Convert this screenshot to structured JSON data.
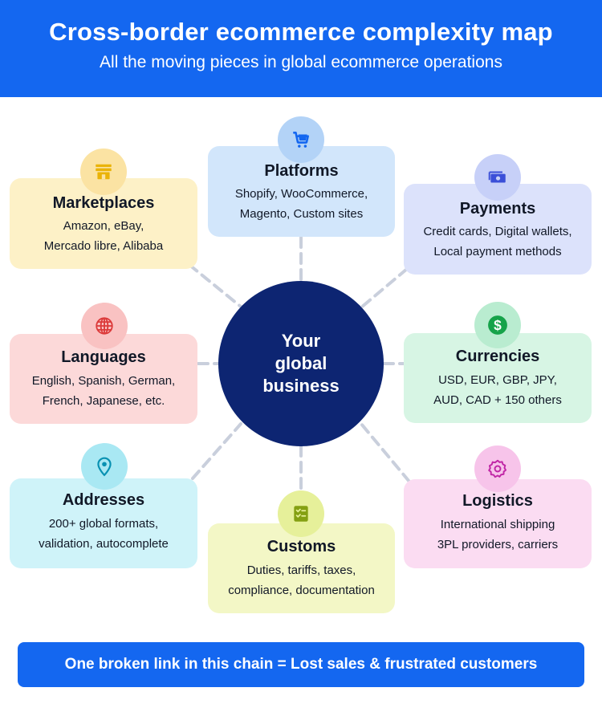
{
  "header": {
    "title": "Cross-border ecommerce complexity map",
    "subtitle": "All the moving pieces in global ecommerce operations"
  },
  "center": {
    "lines": [
      "Your",
      "global",
      "business"
    ]
  },
  "nodes": {
    "platforms": {
      "title": "Platforms",
      "desc": [
        "Shopify, WooCommerce,",
        "Magento, Custom sites"
      ],
      "icon": "shopping-cart-icon",
      "bg": "#d2e6fb",
      "icon_bg": "#b3d3f7",
      "icon_color": "#1467f0"
    },
    "marketplaces": {
      "title": "Marketplaces",
      "desc": [
        "Amazon, eBay,",
        "Mercado libre, Alibaba"
      ],
      "icon": "storefront-icon",
      "bg": "#fdf1c7",
      "icon_bg": "#fbe3a3",
      "icon_color": "#eab308"
    },
    "payments": {
      "title": "Payments",
      "desc": [
        "Credit cards, Digital wallets,",
        "Local payment methods"
      ],
      "icon": "banknote-icon",
      "bg": "#dce2fb",
      "icon_bg": "#c7d0f8",
      "icon_color": "#3b4fd8"
    },
    "languages": {
      "title": "Languages",
      "desc": [
        "English, Spanish, German,",
        "French, Japanese, etc."
      ],
      "icon": "globe-icon",
      "bg": "#fcd9d9",
      "icon_bg": "#f9c2c2",
      "icon_color": "#dc3a3a"
    },
    "currencies": {
      "title": "Currencies",
      "desc": [
        "USD, EUR, GBP, JPY,",
        "AUD, CAD + 150 others"
      ],
      "icon": "dollar-icon",
      "bg": "#d7f5e4",
      "icon_bg": "#b9ecd0",
      "icon_color": "#16a34a"
    },
    "addresses": {
      "title": "Addresses",
      "desc": [
        "200+ global formats,",
        "validation, autocomplete"
      ],
      "icon": "map-pin-icon",
      "bg": "#cff3f9",
      "icon_bg": "#a9e8f3",
      "icon_color": "#0891b2"
    },
    "customs": {
      "title": "Customs",
      "desc": [
        "Duties, tariffs, taxes,",
        "compliance, documentation"
      ],
      "icon": "checklist-icon",
      "bg": "#f3f7c6",
      "icon_bg": "#e6f09a",
      "icon_color": "#84a012"
    },
    "logistics": {
      "title": "Logistics",
      "desc": [
        "International shipping",
        "3PL providers, carriers"
      ],
      "icon": "gear-badge-icon",
      "bg": "#fbdcf2",
      "icon_bg": "#f7c4ea",
      "icon_color": "#c026a6"
    }
  },
  "footer": {
    "text": "One broken link in this chain = Lost sales & frustrated customers"
  },
  "colors": {
    "header_bg": "#1467f0",
    "center_bg": "#0d2572",
    "connector": "#c9cfdc"
  }
}
